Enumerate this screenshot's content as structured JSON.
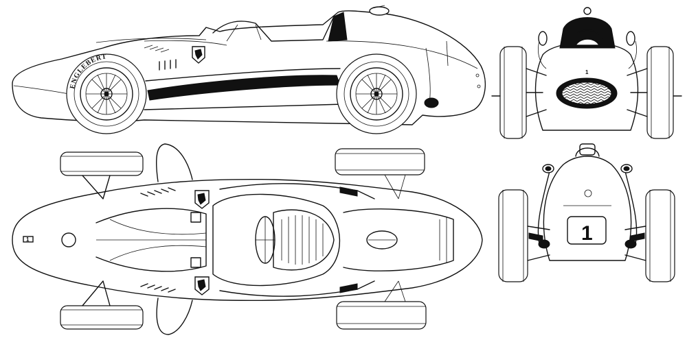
{
  "drawing": {
    "tire_brand": "ENGLEBERT",
    "front_number": "1",
    "top_number_plate": "1",
    "front_badge": "1"
  },
  "colors": {
    "ink": "#111111",
    "paper": "#ffffff"
  }
}
